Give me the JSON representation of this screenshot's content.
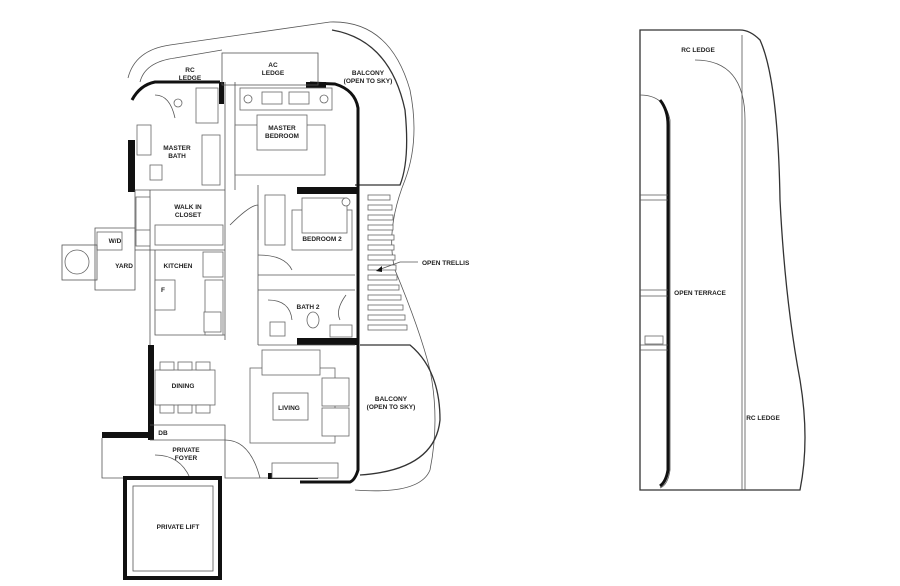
{
  "plan_left": {
    "rooms": {
      "rc_ledge": [
        "RC",
        "LEDGE"
      ],
      "ac_ledge": [
        "AC",
        "LEDGE"
      ],
      "balcony_top": [
        "BALCONY",
        "(OPEN TO SKY)"
      ],
      "master_bedroom": [
        "MASTER",
        "BEDROOM"
      ],
      "master_bath": [
        "MASTER",
        "BATH"
      ],
      "walk_in_closet": [
        "WALK IN",
        "CLOSET"
      ],
      "bedroom2": "BEDROOM 2",
      "wd": "W/D",
      "yard": "YARD",
      "kitchen": "KITCHEN",
      "fridge": "F",
      "bath2": "BATH 2",
      "dining": "DINING",
      "living": "LIVING",
      "balcony_bottom": [
        "BALCONY",
        "(OPEN TO SKY)"
      ],
      "db": "DB",
      "private_foyer": [
        "PRIVATE",
        "FOYER"
      ],
      "private_lift": "PRIVATE LIFT"
    },
    "callout": "OPEN TRELLIS"
  },
  "plan_right": {
    "rooms": {
      "rc_ledge_top": "RC LEDGE",
      "open_terrace": "OPEN TERRACE",
      "rc_ledge_side": "RC LEDGE"
    }
  }
}
